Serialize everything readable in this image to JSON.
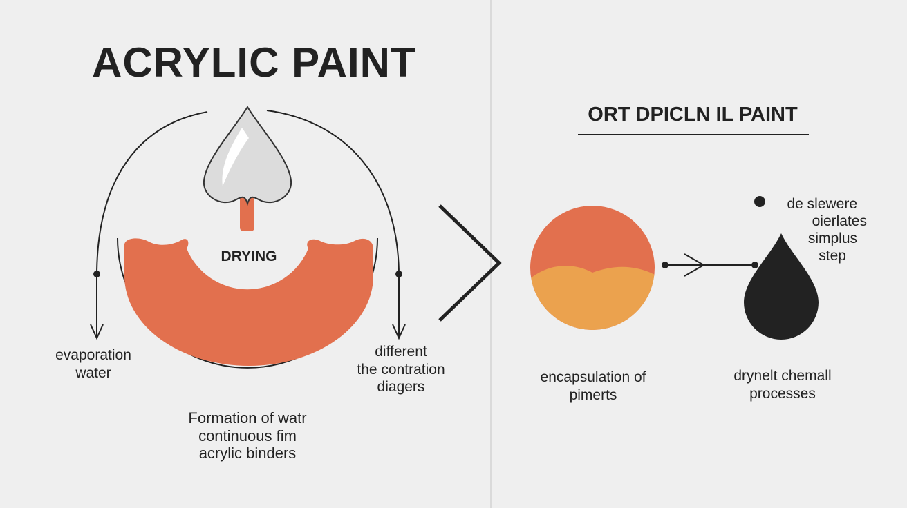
{
  "left_panel": {
    "title": "ACRYLIC PAINT",
    "center_label": "DRYING",
    "left_label": [
      "evaporation",
      "water"
    ],
    "right_label": [
      "different",
      "the contration",
      "diagers"
    ],
    "bottom_label": [
      "Formation of watr",
      "continuous fim",
      "acrylic binders"
    ]
  },
  "right_panel": {
    "title": "ORT DPICLN IL PAINT",
    "circle_label": [
      "encapsulation of",
      "pimerts"
    ],
    "drop_label": [
      "drynelt chemall",
      "processes"
    ],
    "bullet_text": [
      "de slewere",
      "oierlates",
      "simplus",
      "step"
    ]
  },
  "colors": {
    "background": "#efefef",
    "ink": "#222222",
    "orange": "#e2704e",
    "yellow_orange": "#eba24e"
  }
}
